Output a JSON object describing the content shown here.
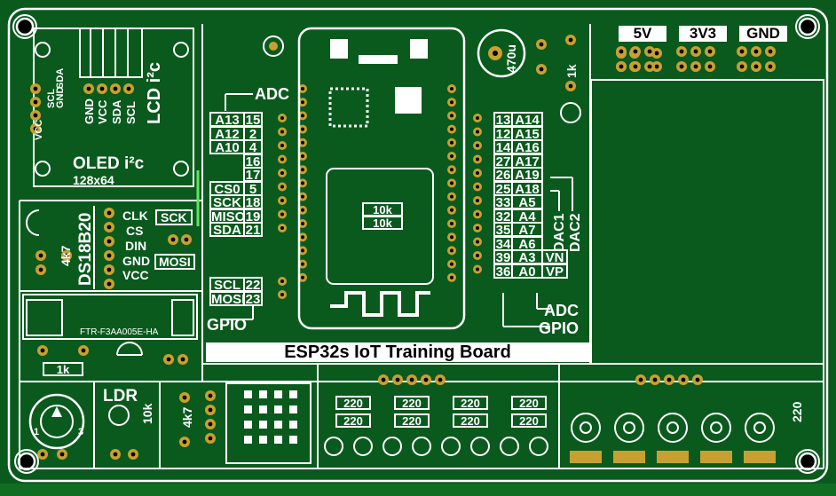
{
  "title": "ESP32s IoT Training Board",
  "power_headers": [
    "5V",
    "3V3",
    "GND"
  ],
  "oled": {
    "line1": "OLED i²c",
    "line2": "128x64",
    "pins": [
      "VCC",
      "SCL",
      "GND",
      "SDA"
    ]
  },
  "lcd": {
    "label": "LCD i²c",
    "pins": [
      "GND",
      "VCC",
      "SDA",
      "SCL"
    ]
  },
  "adc_label": "ADC",
  "gpio_label": "GPIO",
  "left_pins": [
    {
      "name": "A13",
      "num": "15"
    },
    {
      "name": "A12",
      "num": "2"
    },
    {
      "name": "A10",
      "num": "4"
    },
    {
      "name": "",
      "num": "16"
    },
    {
      "name": "",
      "num": "17"
    },
    {
      "name": "CS0",
      "num": "5"
    },
    {
      "name": "SCK",
      "num": "18"
    },
    {
      "name": "MISO",
      "num": "19"
    },
    {
      "name": "SDA",
      "num": "21"
    }
  ],
  "left_pins_lower": [
    {
      "name": "SCL",
      "num": "22"
    },
    {
      "name": "MOSI",
      "num": "23"
    }
  ],
  "right_pins": [
    {
      "num": "13",
      "name": "A14",
      "extra": ""
    },
    {
      "num": "12",
      "name": "A15",
      "extra": ""
    },
    {
      "num": "14",
      "name": "A16",
      "extra": ""
    },
    {
      "num": "27",
      "name": "A17",
      "extra": ""
    },
    {
      "num": "26",
      "name": "A19",
      "extra": ""
    },
    {
      "num": "25",
      "name": "A18",
      "extra": ""
    },
    {
      "num": "33",
      "name": "A5",
      "extra": ""
    },
    {
      "num": "32",
      "name": "A4",
      "extra": ""
    },
    {
      "num": "35",
      "name": "A7",
      "extra": ""
    },
    {
      "num": "34",
      "name": "A6",
      "extra": ""
    },
    {
      "num": "39",
      "name": "A3",
      "extra": "VN"
    },
    {
      "num": "36",
      "name": "A0",
      "extra": "VP"
    }
  ],
  "dac_labels": [
    "DAC1",
    "DAC2"
  ],
  "adc_right": "ADC",
  "gpio_right": "GPIO",
  "ds18b20": {
    "label": "DS18B20",
    "resistor": "4k7"
  },
  "max7219": {
    "pins": [
      "CLK",
      "CS",
      "DIN",
      "GND",
      "VCC"
    ],
    "sck": "SCK",
    "mosi": "MOSI"
  },
  "relay": {
    "part": "FTR-F3AA005E-HA",
    "resistor": "1k"
  },
  "ldr": {
    "label": "LDR",
    "resistor": "10k"
  },
  "pot": {
    "pin1": "1",
    "pin3": "3"
  },
  "dht_resistor": "4k7",
  "esp_resistors": [
    "10k",
    "10k"
  ],
  "cap_label": "470u",
  "right_resistor": "1k",
  "led_resistors": [
    "220",
    "220",
    "220",
    "220",
    "220",
    "220",
    "220",
    "220"
  ],
  "button_resistor": "220",
  "colors": {
    "board": "#0a5a1e",
    "silk": "#ffffff",
    "pad": "#c8a032",
    "hole": "#000000"
  }
}
